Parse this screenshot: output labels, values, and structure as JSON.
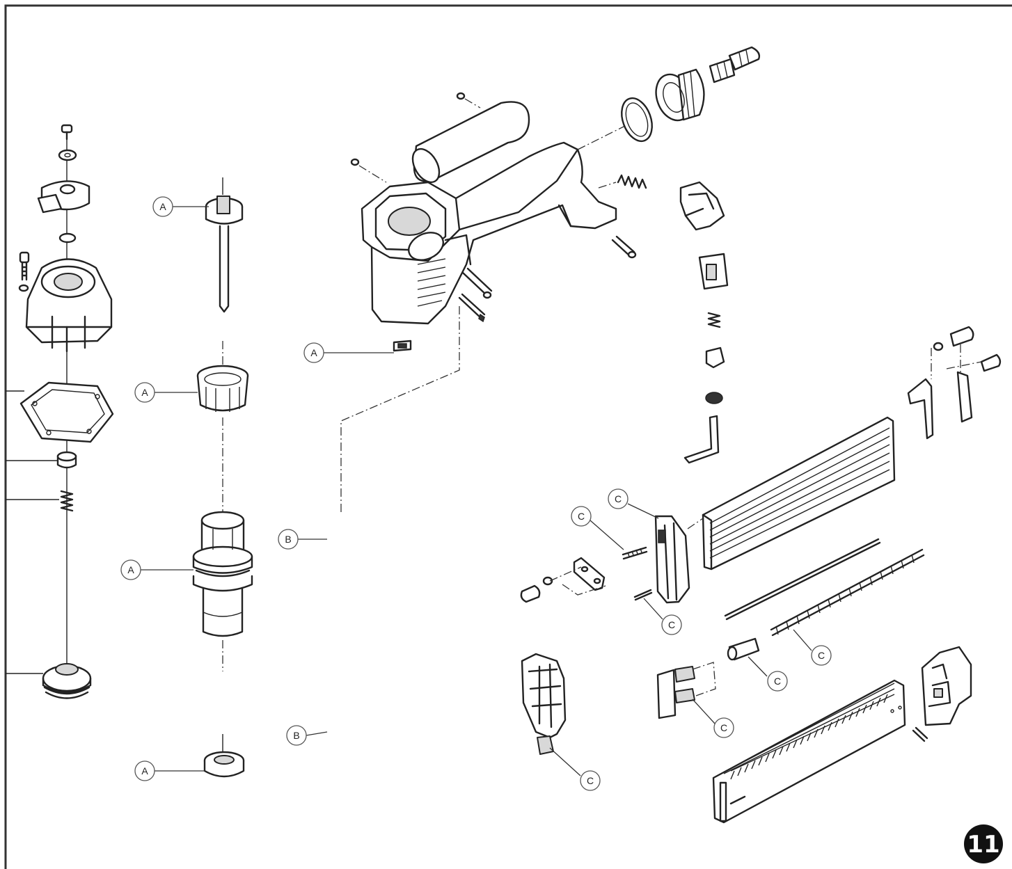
{
  "figure": {
    "badge_number": "11",
    "callout_labels": {
      "a": "A",
      "b": "B",
      "c": "C"
    },
    "colors": {
      "line": "#222222",
      "badge": "#111111",
      "background": "#ffffff"
    }
  },
  "callouts": [
    {
      "letter": "A"
    },
    {
      "letter": "A"
    },
    {
      "letter": "A"
    },
    {
      "letter": "A"
    },
    {
      "letter": "A"
    },
    {
      "letter": "B"
    },
    {
      "letter": "B"
    },
    {
      "letter": "C"
    },
    {
      "letter": "C"
    },
    {
      "letter": "C"
    },
    {
      "letter": "C"
    },
    {
      "letter": "C"
    },
    {
      "letter": "C"
    },
    {
      "letter": "C"
    }
  ]
}
